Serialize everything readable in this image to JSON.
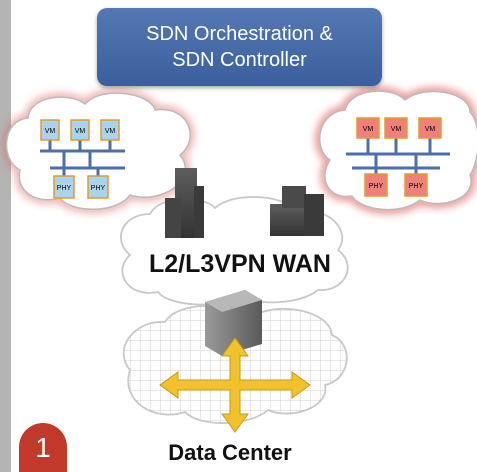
{
  "orchestration": {
    "line1": "SDN Orchestration &",
    "line2": "SDN Controller"
  },
  "wan": {
    "label": "L2/L3VPN WAN"
  },
  "datacenter": {
    "label": "Data Center"
  },
  "badge": {
    "number": "1"
  },
  "left_cloud": {
    "vms": [
      "VM",
      "VM",
      "VM"
    ],
    "phys": [
      "PHY",
      "PHY"
    ],
    "vm_color": "#a9d4ec",
    "phy_color": "#a9d4ec"
  },
  "right_cloud": {
    "vms": [
      "VM",
      "VM",
      "VM"
    ],
    "phys": [
      "PHY",
      "PHY"
    ],
    "vm_color": "#f0807a",
    "phy_color": "#f0807a"
  },
  "colors": {
    "accent": "#c0392b",
    "orchestration": "#4a6fa9",
    "cross_arrows": "#f2c12e"
  }
}
